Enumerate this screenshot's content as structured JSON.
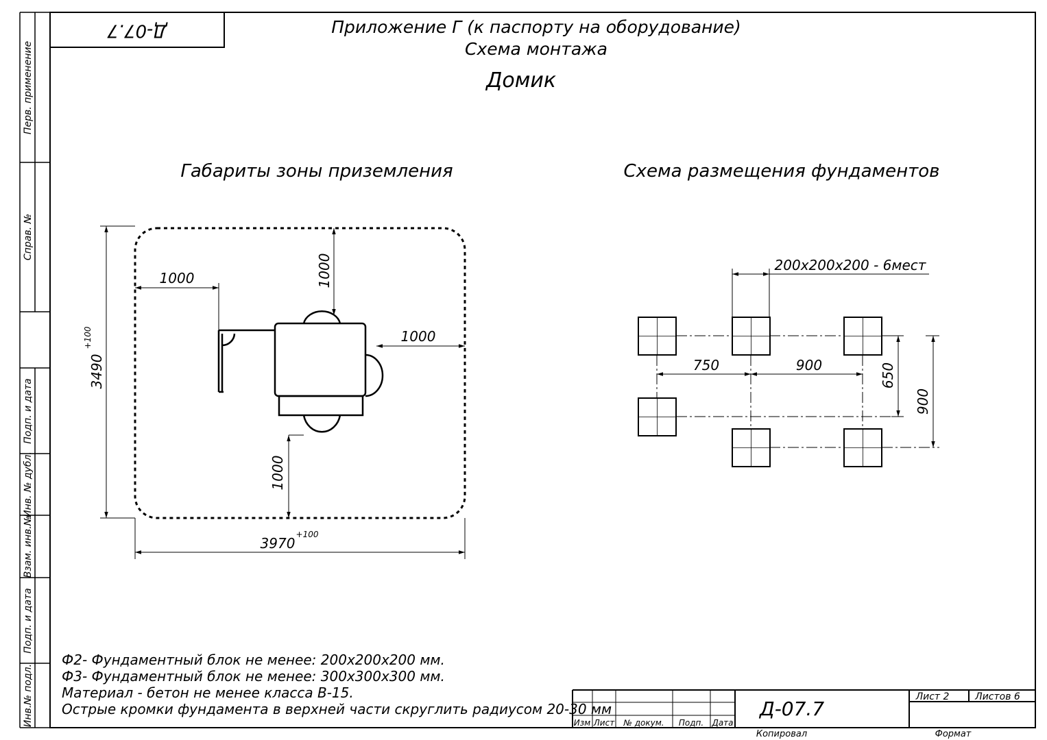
{
  "header": {
    "doc_code_upside": "Д-07.7",
    "title_line1": "Приложение Г (к паспорту на оборудование)",
    "title_line2": "Схема монтажа",
    "title_main": "Домик"
  },
  "margin_labels": {
    "perv_primenenie": "Перв. применение",
    "sprav_no": "Справ. №",
    "podp_i_data_1": "Подп. и дата",
    "inv_no_dubl": "Инв. № дубл.",
    "vzam_inv_no": "Взам. инв.№",
    "podp_i_data_2": "Подп. и дата",
    "inv_no_podl": "Инв.№ подл."
  },
  "left_drawing": {
    "title": "Габариты зоны приземления",
    "dim_width": "3970",
    "dim_width_tol": "+100",
    "dim_height": "3490",
    "dim_height_tol": "+100",
    "dim_left": "1000",
    "dim_top": "1000",
    "dim_right": "1000",
    "dim_bottom": "1000"
  },
  "right_drawing": {
    "title": "Схема размещения фундаментов",
    "block_note": "200x200x200 - 6мест",
    "dim_750": "750",
    "dim_900_h": "900",
    "dim_650": "650",
    "dim_900_v": "900"
  },
  "notes": [
    "Ф2- Фундаментный блок не менее: 200x200x200 мм.",
    "Ф3- Фундаментный блок не менее: 300x300x300 мм.",
    "Материал - бетон не менее класса В-15.",
    "Острые кромки фундамента в верхней части скруглить радиусом 20-30 мм"
  ],
  "title_block": {
    "col_izm": "Изм",
    "col_list": "Лист",
    "col_no_dokum": "№ докум.",
    "col_podp": "Подп.",
    "col_data": "Дата",
    "doc_code": "Д-07.7",
    "sheet_label": "Лист 2",
    "sheets_label": "Листов 6",
    "kopiroval": "Копировал",
    "format": "Формат"
  }
}
